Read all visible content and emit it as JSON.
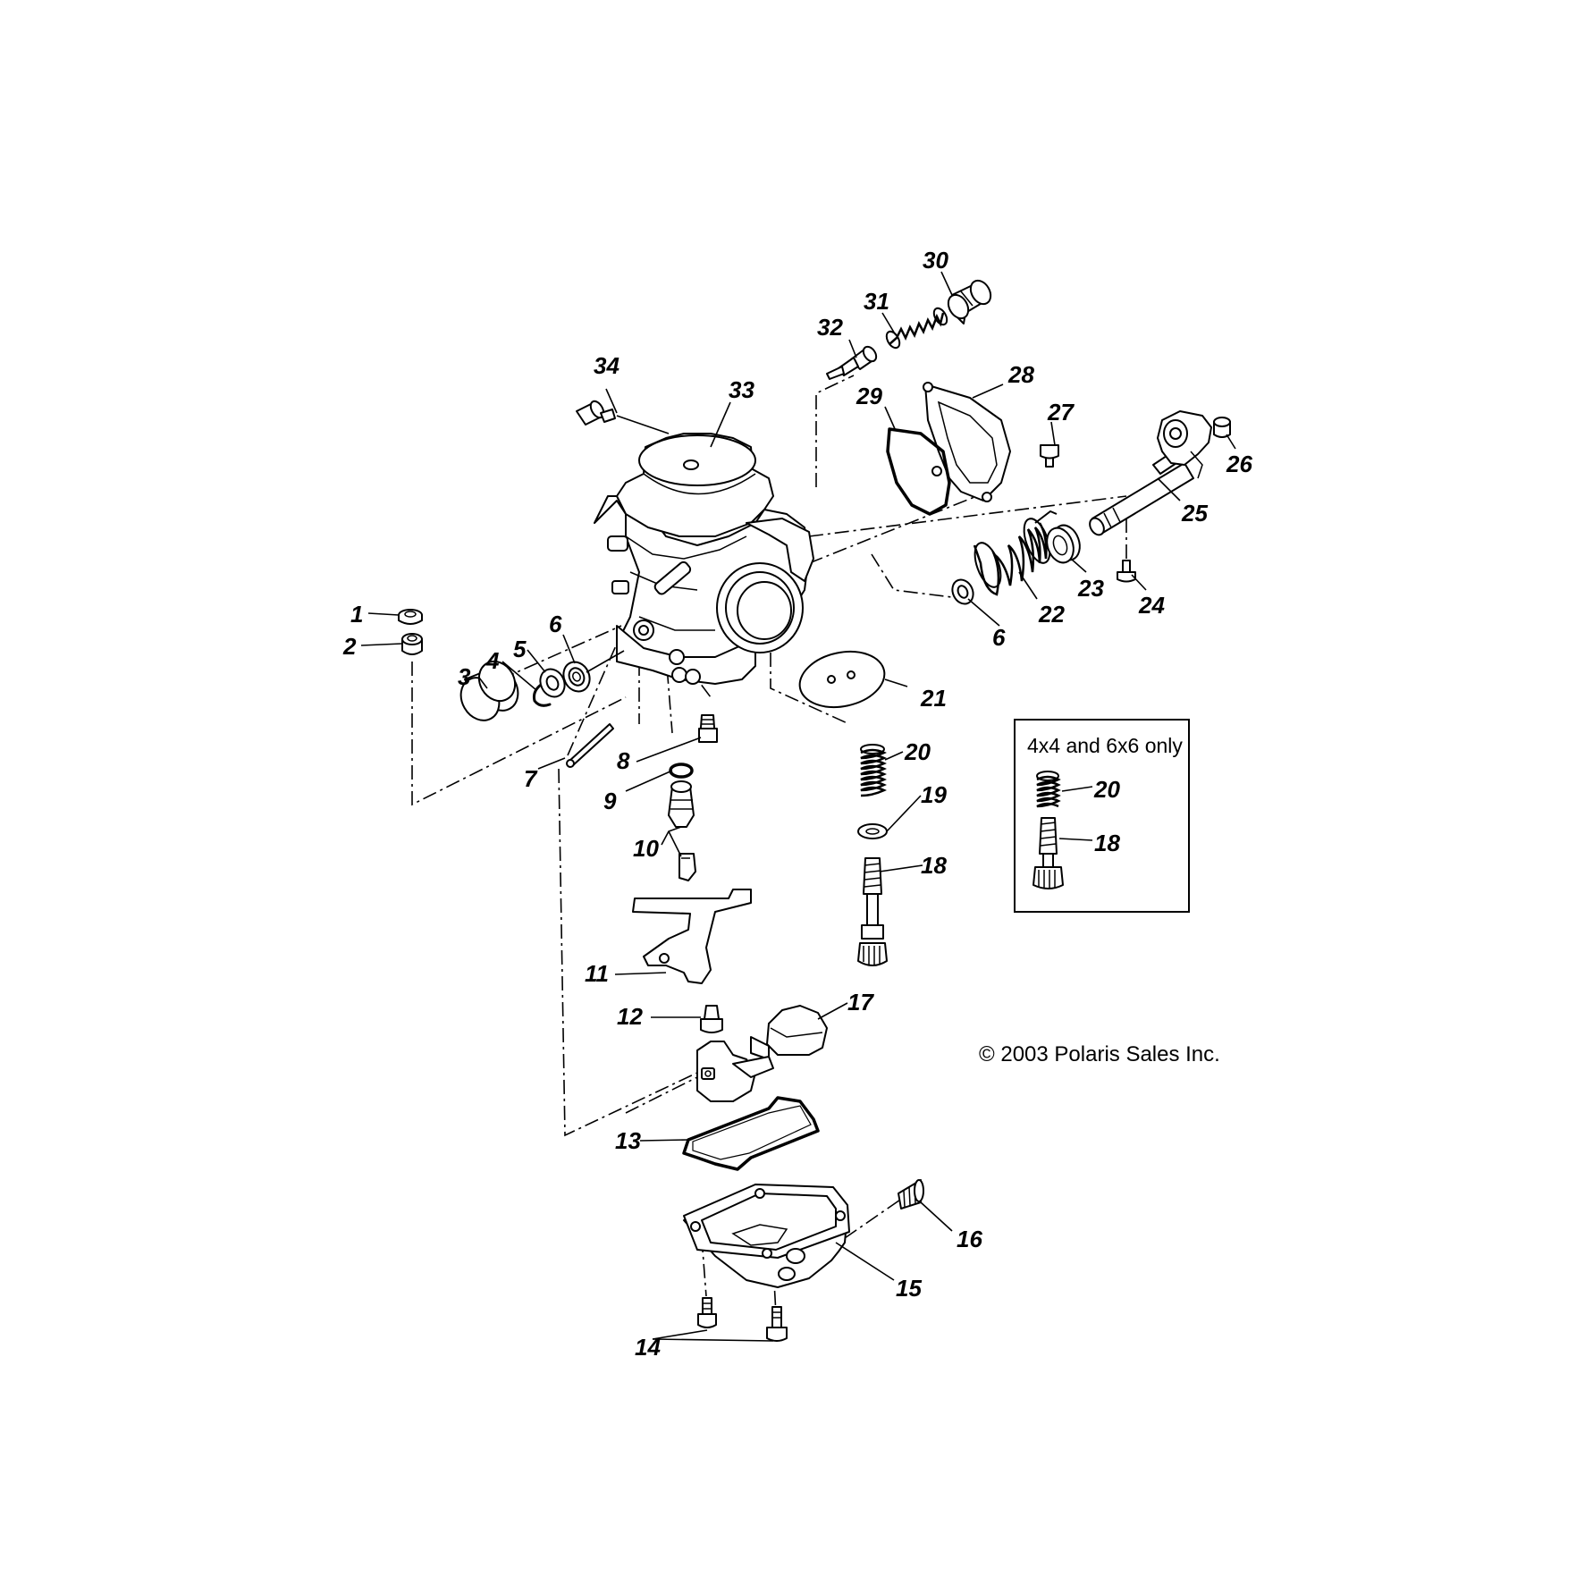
{
  "part_numbers": [
    "1",
    "2",
    "3",
    "4",
    "5",
    "6",
    "6",
    "7",
    "8",
    "9",
    "10",
    "11",
    "12",
    "13",
    "14",
    "15",
    "16",
    "17",
    "18",
    "19",
    "20",
    "21",
    "22",
    "23",
    "24",
    "25",
    "26",
    "27",
    "28",
    "29",
    "30",
    "31",
    "32",
    "33",
    "34"
  ],
  "inset": {
    "title": "4x4 and 6x6 only",
    "labels": [
      "20",
      "18"
    ]
  },
  "copyright": "© 2003 Polaris Sales Inc.",
  "colors": {
    "line": "#000000",
    "background": "#ffffff"
  }
}
